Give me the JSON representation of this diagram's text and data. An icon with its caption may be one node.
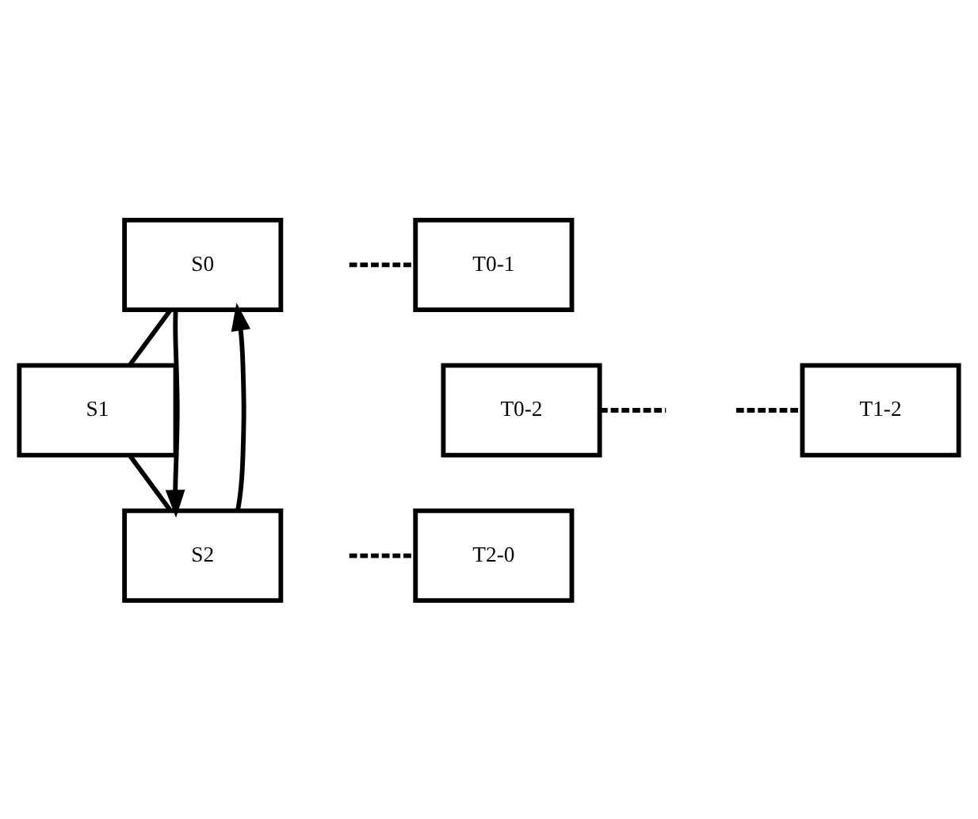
{
  "diagram": {
    "nodes": [
      {
        "text": [
          "S0"
        ]
      },
      {
        "text": [
          "T0-1"
        ]
      },
      {
        "text": [
          "T0-2"
        ]
      },
      {
        "text": [
          "S1"
        ]
      },
      {
        "text": [
          "T1-2"
        ]
      },
      {
        "text": [
          "S2"
        ]
      },
      {
        "text": [
          "T2-0"
        ]
      }
    ],
    "edges": [
      {
        "from": 0,
        "to": 3,
        "arrow": "none"
      },
      {
        "from": 3,
        "to": 5,
        "arrow": "none"
      },
      {
        "from": 5,
        "to": 0,
        "arrow": "to"
      },
      {
        "from": 0,
        "to": 5,
        "arrow": "to"
      },
      {
        "from": 1,
        "to": null,
        "arrow": "none",
        "style": "dashed"
      },
      {
        "from": 2,
        "to": null,
        "arrow": "none",
        "style": "dashed"
      },
      {
        "from": 4,
        "to": null,
        "arrow": "none",
        "style": "dashed"
      },
      {
        "from": 6,
        "to": null,
        "arrow": "none",
        "style": "dashed"
      }
    ]
  }
}
